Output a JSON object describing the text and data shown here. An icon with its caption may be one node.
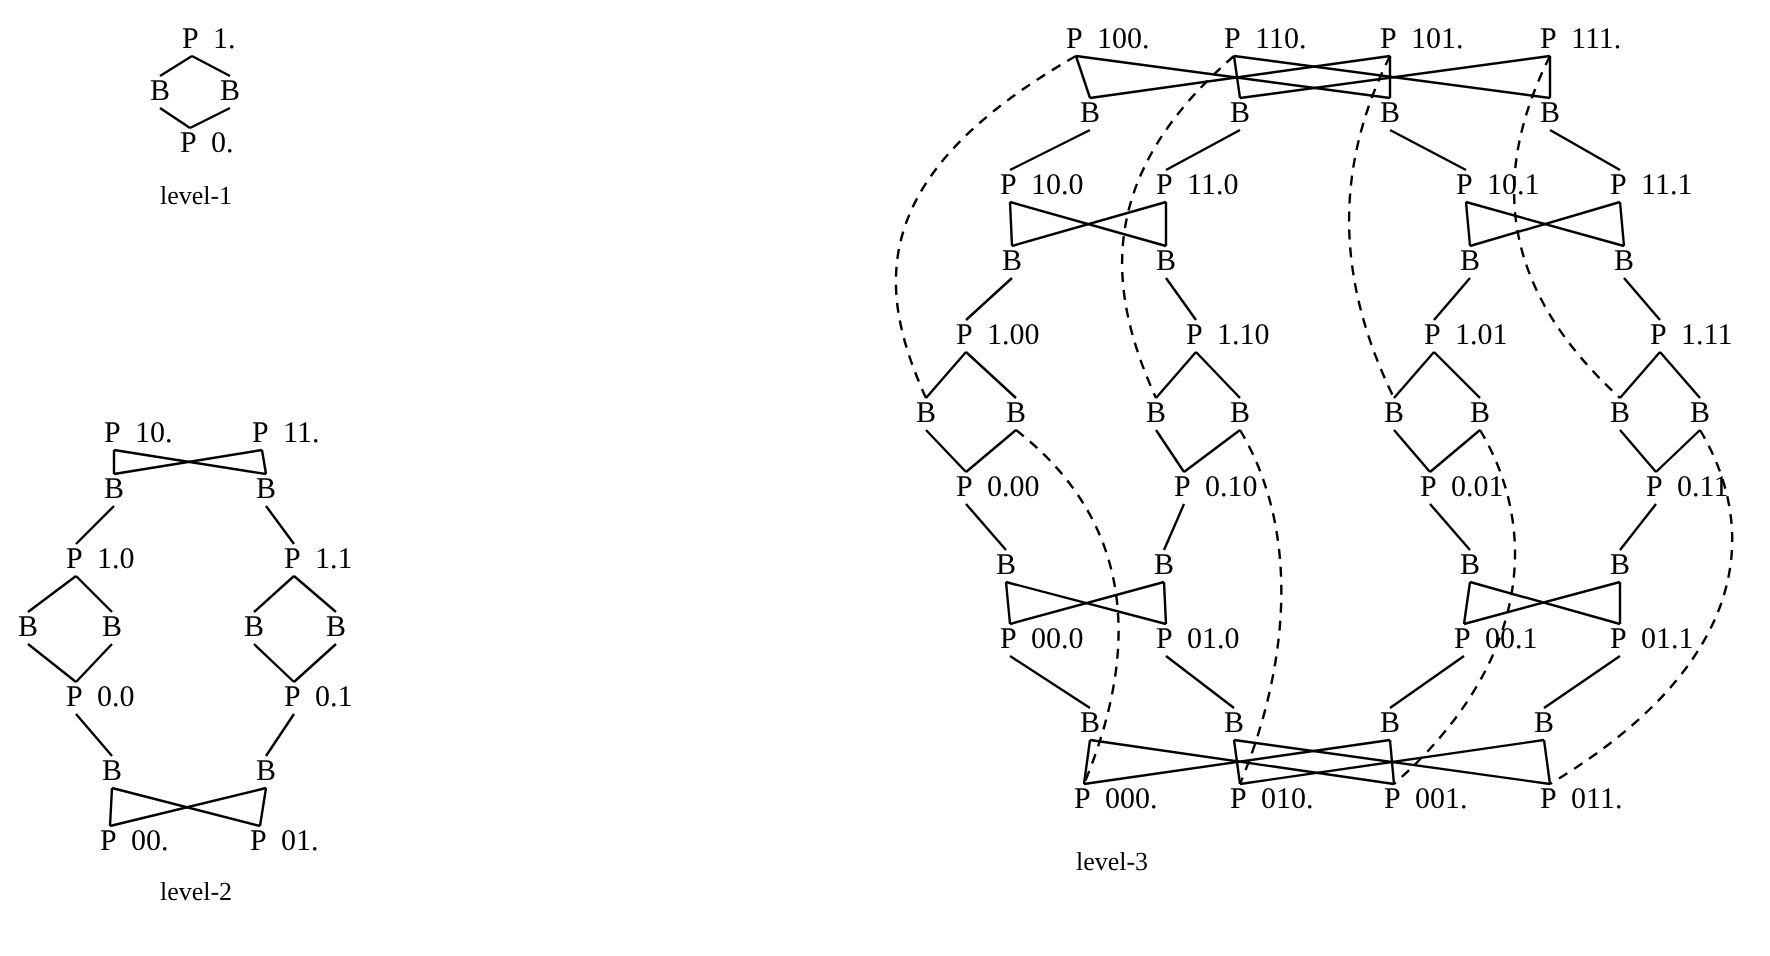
{
  "diagram": {
    "nodes": [
      {
        "text": [
          "P 1."
        ]
      },
      {
        "text": [
          "B"
        ]
      },
      {
        "text": [
          "B"
        ]
      },
      {
        "text": [
          "P 0."
        ]
      },
      {
        "text": [
          "P 10."
        ]
      },
      {
        "text": [
          "P 11."
        ]
      },
      {
        "text": [
          "B"
        ]
      },
      {
        "text": [
          "B"
        ]
      },
      {
        "text": [
          "P 1.0"
        ]
      },
      {
        "text": [
          "P 1.1"
        ]
      },
      {
        "text": [
          "B"
        ]
      },
      {
        "text": [
          "B"
        ]
      },
      {
        "text": [
          "B"
        ]
      },
      {
        "text": [
          "B"
        ]
      },
      {
        "text": [
          "P 0.0"
        ]
      },
      {
        "text": [
          "P 0.1"
        ]
      },
      {
        "text": [
          "B"
        ]
      },
      {
        "text": [
          "B"
        ]
      },
      {
        "text": [
          "P 00."
        ]
      },
      {
        "text": [
          "P 01."
        ]
      },
      {
        "text": [
          "P 100."
        ]
      },
      {
        "text": [
          "P 110."
        ]
      },
      {
        "text": [
          "P 101."
        ]
      },
      {
        "text": [
          "P 111."
        ]
      },
      {
        "text": [
          "B"
        ]
      },
      {
        "text": [
          "B"
        ]
      },
      {
        "text": [
          "B"
        ]
      },
      {
        "text": [
          "B"
        ]
      },
      {
        "text": [
          "P 10.0"
        ]
      },
      {
        "text": [
          "P 11.0"
        ]
      },
      {
        "text": [
          "P 10.1"
        ]
      },
      {
        "text": [
          "P 11.1"
        ]
      },
      {
        "text": [
          "B"
        ]
      },
      {
        "text": [
          "B"
        ]
      },
      {
        "text": [
          "B"
        ]
      },
      {
        "text": [
          "B"
        ]
      },
      {
        "text": [
          "P 1.00"
        ]
      },
      {
        "text": [
          "P 1.10"
        ]
      },
      {
        "text": [
          "P 1.01"
        ]
      },
      {
        "text": [
          "P 1.11"
        ]
      },
      {
        "text": [
          "B"
        ]
      },
      {
        "text": [
          "B"
        ]
      },
      {
        "text": [
          "B"
        ]
      },
      {
        "text": [
          "B"
        ]
      },
      {
        "text": [
          "B"
        ]
      },
      {
        "text": [
          "B"
        ]
      },
      {
        "text": [
          "B"
        ]
      },
      {
        "text": [
          "B"
        ]
      },
      {
        "text": [
          "P 0.00"
        ]
      },
      {
        "text": [
          "P 0.10"
        ]
      },
      {
        "text": [
          "P 0.01"
        ]
      },
      {
        "text": [
          "P 0.11"
        ]
      },
      {
        "text": [
          "B"
        ]
      },
      {
        "text": [
          "B"
        ]
      },
      {
        "text": [
          "B"
        ]
      },
      {
        "text": [
          "B"
        ]
      },
      {
        "text": [
          "P 00.0"
        ]
      },
      {
        "text": [
          "P 01.0"
        ]
      },
      {
        "text": [
          "P 00.1"
        ]
      },
      {
        "text": [
          "P 01.1"
        ]
      },
      {
        "text": [
          "B"
        ]
      },
      {
        "text": [
          "B"
        ]
      },
      {
        "text": [
          "B"
        ]
      },
      {
        "text": [
          "B"
        ]
      },
      {
        "text": [
          "P 000."
        ]
      },
      {
        "text": [
          "P 010."
        ]
      },
      {
        "text": [
          "P 001."
        ]
      },
      {
        "text": [
          "P 011."
        ]
      }
    ],
    "edges": [
      {
        "from": 0,
        "to": 1,
        "arrow": "none"
      },
      {
        "from": 0,
        "to": 2,
        "arrow": "none"
      },
      {
        "from": 1,
        "to": 3,
        "arrow": "none"
      },
      {
        "from": 2,
        "to": 3,
        "arrow": "none"
      },
      {
        "from": 4,
        "to": 6,
        "arrow": "none"
      },
      {
        "from": 4,
        "to": 7,
        "arrow": "none"
      },
      {
        "from": 5,
        "to": 6,
        "arrow": "none"
      },
      {
        "from": 5,
        "to": 7,
        "arrow": "none"
      },
      {
        "from": 6,
        "to": 8,
        "arrow": "none"
      },
      {
        "from": 7,
        "to": 9,
        "arrow": "none"
      },
      {
        "from": 8,
        "to": 10,
        "arrow": "none"
      },
      {
        "from": 8,
        "to": 11,
        "arrow": "none"
      },
      {
        "from": 9,
        "to": 12,
        "arrow": "none"
      },
      {
        "from": 9,
        "to": 13,
        "arrow": "none"
      },
      {
        "from": 10,
        "to": 14,
        "arrow": "none"
      },
      {
        "from": 11,
        "to": 14,
        "arrow": "none"
      },
      {
        "from": 12,
        "to": 15,
        "arrow": "none"
      },
      {
        "from": 13,
        "to": 15,
        "arrow": "none"
      },
      {
        "from": 14,
        "to": 16,
        "arrow": "none"
      },
      {
        "from": 15,
        "to": 17,
        "arrow": "none"
      },
      {
        "from": 16,
        "to": 18,
        "arrow": "none"
      },
      {
        "from": 16,
        "to": 19,
        "arrow": "none"
      },
      {
        "from": 17,
        "to": 18,
        "arrow": "none"
      },
      {
        "from": 17,
        "to": 19,
        "arrow": "none"
      },
      {
        "from": 20,
        "to": 24,
        "arrow": "none"
      },
      {
        "from": 20,
        "to": 26,
        "arrow": "none"
      },
      {
        "from": 22,
        "to": 26,
        "arrow": "none"
      },
      {
        "from": 22,
        "to": 24,
        "arrow": "none"
      },
      {
        "from": 21,
        "to": 25,
        "arrow": "none"
      },
      {
        "from": 21,
        "to": 27,
        "arrow": "none"
      },
      {
        "from": 23,
        "to": 27,
        "arrow": "none"
      },
      {
        "from": 23,
        "to": 25,
        "arrow": "none"
      },
      {
        "from": 24,
        "to": 28,
        "arrow": "none"
      },
      {
        "from": 25,
        "to": 29,
        "arrow": "none"
      },
      {
        "from": 26,
        "to": 30,
        "arrow": "none"
      },
      {
        "from": 27,
        "to": 31,
        "arrow": "none"
      },
      {
        "from": 28,
        "to": 32,
        "arrow": "none"
      },
      {
        "from": 28,
        "to": 33,
        "arrow": "none"
      },
      {
        "from": 29,
        "to": 33,
        "arrow": "none"
      },
      {
        "from": 29,
        "to": 32,
        "arrow": "none"
      },
      {
        "from": 30,
        "to": 34,
        "arrow": "none"
      },
      {
        "from": 30,
        "to": 35,
        "arrow": "none"
      },
      {
        "from": 31,
        "to": 35,
        "arrow": "none"
      },
      {
        "from": 31,
        "to": 34,
        "arrow": "none"
      },
      {
        "from": 32,
        "to": 36,
        "arrow": "none"
      },
      {
        "from": 33,
        "to": 37,
        "arrow": "none"
      },
      {
        "from": 34,
        "to": 38,
        "arrow": "none"
      },
      {
        "from": 35,
        "to": 39,
        "arrow": "none"
      },
      {
        "from": 36,
        "to": 40,
        "arrow": "none"
      },
      {
        "from": 36,
        "to": 41,
        "arrow": "none"
      },
      {
        "from": 37,
        "to": 42,
        "arrow": "none"
      },
      {
        "from": 37,
        "to": 43,
        "arrow": "none"
      },
      {
        "from": 38,
        "to": 44,
        "arrow": "none"
      },
      {
        "from": 38,
        "to": 45,
        "arrow": "none"
      },
      {
        "from": 39,
        "to": 46,
        "arrow": "none"
      },
      {
        "from": 39,
        "to": 47,
        "arrow": "none"
      },
      {
        "from": 40,
        "to": 48,
        "arrow": "none"
      },
      {
        "from": 41,
        "to": 48,
        "arrow": "none"
      },
      {
        "from": 42,
        "to": 49,
        "arrow": "none"
      },
      {
        "from": 43,
        "to": 49,
        "arrow": "none"
      },
      {
        "from": 44,
        "to": 50,
        "arrow": "none"
      },
      {
        "from": 45,
        "to": 50,
        "arrow": "none"
      },
      {
        "from": 46,
        "to": 51,
        "arrow": "none"
      },
      {
        "from": 47,
        "to": 51,
        "arrow": "none"
      },
      {
        "from": 48,
        "to": 52,
        "arrow": "none"
      },
      {
        "from": 49,
        "to": 53,
        "arrow": "none"
      },
      {
        "from": 50,
        "to": 54,
        "arrow": "none"
      },
      {
        "from": 51,
        "to": 55,
        "arrow": "none"
      },
      {
        "from": 52,
        "to": 56,
        "arrow": "none"
      },
      {
        "from": 52,
        "to": 57,
        "arrow": "none"
      },
      {
        "from": 53,
        "to": 57,
        "arrow": "none"
      },
      {
        "from": 53,
        "to": 56,
        "arrow": "none"
      },
      {
        "from": 54,
        "to": 58,
        "arrow": "none"
      },
      {
        "from": 54,
        "to": 59,
        "arrow": "none"
      },
      {
        "from": 55,
        "to": 59,
        "arrow": "none"
      },
      {
        "from": 55,
        "to": 58,
        "arrow": "none"
      },
      {
        "from": 56,
        "to": 60,
        "arrow": "none"
      },
      {
        "from": 57,
        "to": 61,
        "arrow": "none"
      },
      {
        "from": 58,
        "to": 62,
        "arrow": "none"
      },
      {
        "from": 59,
        "to": 63,
        "arrow": "none"
      },
      {
        "from": 60,
        "to": 64,
        "arrow": "none"
      },
      {
        "from": 60,
        "to": 66,
        "arrow": "none"
      },
      {
        "from": 62,
        "to": 66,
        "arrow": "none"
      },
      {
        "from": 62,
        "to": 64,
        "arrow": "none"
      },
      {
        "from": 61,
        "to": 65,
        "arrow": "none"
      },
      {
        "from": 61,
        "to": 67,
        "arrow": "none"
      },
      {
        "from": 63,
        "to": 67,
        "arrow": "none"
      },
      {
        "from": 63,
        "to": 65,
        "arrow": "none"
      },
      {
        "from": 20,
        "to": 40,
        "arrow": "none",
        "style": "dashed"
      },
      {
        "from": 21,
        "to": 42,
        "arrow": "none",
        "style": "dashed"
      },
      {
        "from": 22,
        "to": 44,
        "arrow": "none",
        "style": "dashed"
      },
      {
        "from": 23,
        "to": 46,
        "arrow": "none",
        "style": "dashed"
      },
      {
        "from": 41,
        "to": 64,
        "arrow": "none",
        "style": "dashed"
      },
      {
        "from": 43,
        "to": 65,
        "arrow": "none",
        "style": "dashed"
      },
      {
        "from": 45,
        "to": 66,
        "arrow": "none",
        "style": "dashed"
      },
      {
        "from": 47,
        "to": 67,
        "arrow": "none",
        "style": "dashed"
      }
    ],
    "labels": [
      "level-1",
      "level-2",
      "level-3"
    ]
  }
}
